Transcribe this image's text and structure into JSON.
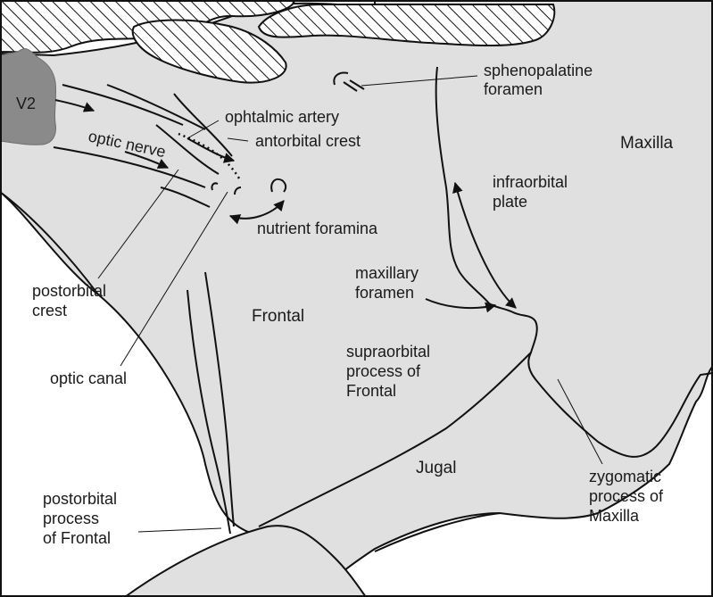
{
  "labels": {
    "v2": "V2",
    "optic_nerve": "optic nerve",
    "ophtalmic_artery": "ophtalmic artery",
    "antorbital_crest": "antorbital crest",
    "sphenopalatine_1": "sphenopalatine",
    "sphenopalatine_2": "foramen",
    "maxilla": "Maxilla",
    "infraorbital_1": "infraorbital",
    "infraorbital_2": "plate",
    "nutrient_foramina": "nutrient foramina",
    "postorbital_crest_1": "postorbital",
    "postorbital_crest_2": "crest",
    "maxillary_foramen_1": "maxillary",
    "maxillary_foramen_2": "foramen",
    "frontal": "Frontal",
    "supraorbital_1": "supraorbital",
    "supraorbital_2": "process of",
    "supraorbital_3": "Frontal",
    "optic_canal": "optic canal",
    "jugal": "Jugal",
    "zygomatic_1": "zygomatic",
    "zygomatic_2": "process of",
    "zygomatic_3": "Maxilla",
    "postorbital_process_1": "postorbital",
    "postorbital_process_2": "process",
    "postorbital_process_3": "of Frontal"
  },
  "colors": {
    "bone_fill": "#e0e0e0",
    "dark_region": "#8a8a8a",
    "line": "#111111",
    "hatch": "#111111",
    "background": "#ffffff"
  }
}
